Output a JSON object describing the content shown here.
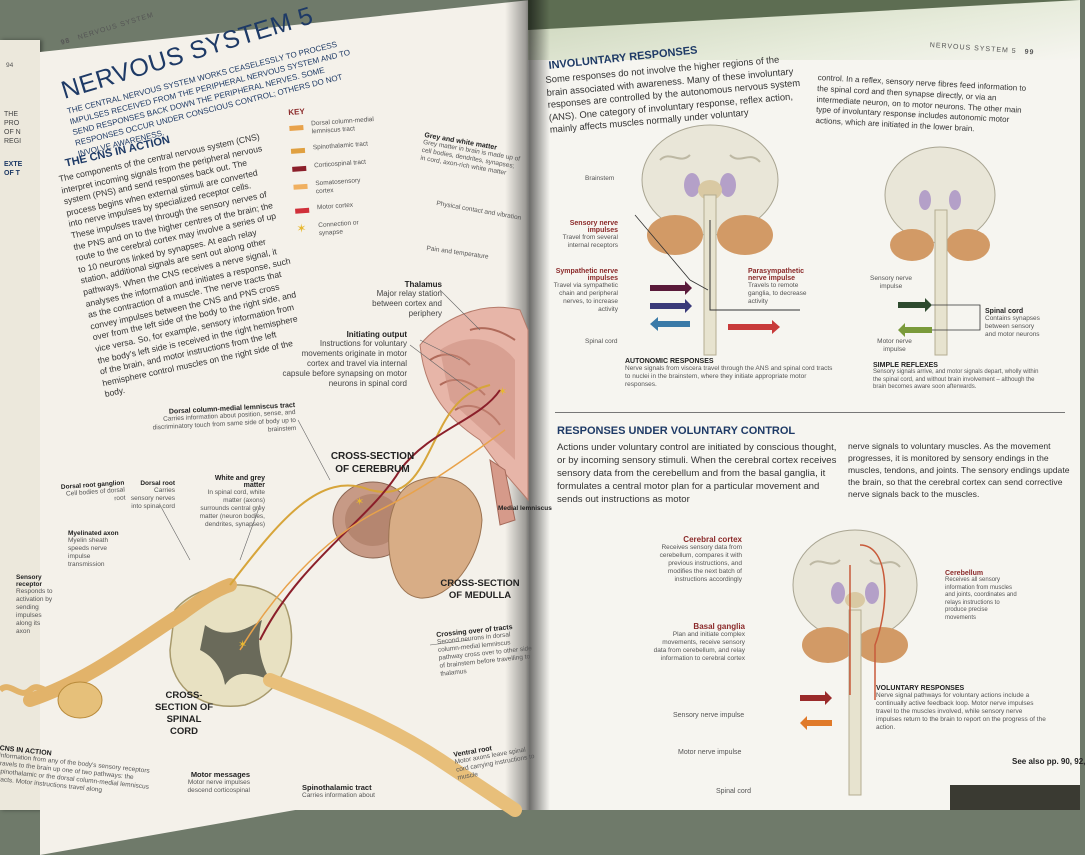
{
  "left_page": {
    "page_number": "98",
    "running_head": "NERVOUS SYSTEM",
    "title": "NERVOUS SYSTEM 5",
    "intro": "THE CENTRAL NERVOUS SYSTEM WORKS CEASELESSLY TO PROCESS IMPULSES RECEIVED FROM THE PERIPHERAL NERVOUS SYSTEM AND TO SEND RESPONSES BACK DOWN THE PERIPHERAL NERVES. SOME RESPONSES OCCUR UNDER CONSCIOUS CONTROL; OTHERS DO NOT INVOLVE AWARENESS.",
    "section_heading": "THE CNS IN ACTION",
    "section_body": "The components of the central nervous system (CNS) interpret incoming signals from the peripheral nervous system (PNS) and send responses back out. The process begins when external stimuli are converted into nerve impulses by specialized receptor cells. These impulses travel through the sensory nerves of the PNS and on to the higher centres of the brain; the route to the cerebral cortex may involve a series of up to 10 neurons linked by synapses. At each relay station, additional signals are sent out along other pathways. When the CNS receives a nerve signal, it analyses the information and initiates a response, such as the contraction of a muscle. The nerve tracts that convey impulses between the CNS and PNS cross over from the left side of the body to the right side, and vice versa. So, for example, sensory information from the body's left side is received in the right hemisphere of the brain, and motor instructions from the left hemisphere control muscles on the right side of the body.",
    "key_title": "KEY",
    "key_items": [
      {
        "label": "Dorsal column-medial lemniscus tract",
        "color": "#e8a24a"
      },
      {
        "label": "Spinothalamic tract",
        "color": "#e0a040"
      },
      {
        "label": "Corticospinal tract",
        "color": "#8b1f2a"
      },
      {
        "label": "Somatosensory cortex",
        "color": "#f0b060"
      },
      {
        "label": "Motor cortex",
        "color": "#d0303a"
      },
      {
        "label": "Connection or synapse",
        "color": "#e8b830"
      }
    ],
    "labels": {
      "thalamus_title": "Thalamus",
      "thalamus_text": "Major relay station between cortex and periphery",
      "initiating_title": "Initiating output",
      "initiating_text": "Instructions for voluntary movements originate in motor cortex and travel via internal capsule before synapsing on motor neurons in spinal cord",
      "grey_white": "Grey and white matter",
      "grey_white_text": "Grey matter in brain is made up of cell bodies, dendrites, synapses; in cord, axon-rich white matter",
      "physical_contact": "Physical contact and vibration",
      "pain_temp": "Pain and temperature",
      "dorsal_column_title": "Dorsal column-medial lemniscus tract",
      "dorsal_column_text": "Carries information about position, sense, and discriminatory touch from same side of body up to brainstem",
      "cross_cerebrum": "CROSS-SECTION OF CEREBRUM",
      "cross_medulla": "CROSS-SECTION OF MEDULLA",
      "cross_spinal": "CROSS-SECTION OF SPINAL CORD",
      "medial_lemniscus": "Medial lemniscus",
      "dorsal_root_ganglion": "Dorsal root ganglion",
      "dorsal_root_ganglion_text": "Cell bodies of dorsal root",
      "dorsal_root": "Dorsal root",
      "dorsal_root_text": "Carries sensory nerves into spinal cord",
      "white_grey": "White and grey matter",
      "white_grey_text": "In spinal cord, white matter (axons) surrounds central grey matter (neuron bodies, dendrites, synapses)",
      "myelinated_axon": "Myelinated axon",
      "myelinated_text": "Myelin sheath speeds nerve impulse transmission",
      "sensory_receptor": "Sensory receptor",
      "sensory_receptor_text": "Responds to activation by sending impulses along its axon",
      "crossing_tracts": "Crossing over of tracts",
      "crossing_text": "Second neurons in dorsal column-medial lemniscus pathway cross over to other side of brainstem before travelling to thalamus",
      "ventral_root": "Ventral root",
      "ventral_root_text": "Motor axons leave spinal cord carrying instructions to muscle",
      "motor_messages": "Motor messages",
      "motor_messages_text": "Motor nerve impulses descend corticospinal",
      "spinothalamic": "Spinothalamic tract",
      "spinothalamic_text": "Carries information about",
      "cns_in_action_caption": "CNS IN ACTION",
      "cns_caption_text": "Information from any of the body's sensory receptors travels to the brain up one of two pathways: the spinothalamic or the dorsal column-medial lemniscus tracts. Motor instructions travel along"
    }
  },
  "right_page": {
    "running_head": "NERVOUS SYSTEM 5",
    "page_number": "99",
    "invol_heading": "INVOLUNTARY RESPONSES",
    "invol_body_left": "Some responses do not involve the higher regions of the brain associated with awareness. Many of these involuntary responses are controlled by the autonomous nervous system (ANS). One category of involuntary response, reflex action, mainly affects muscles normally under voluntary",
    "invol_body_right": "control. In a reflex, sensory nerve fibres feed information to the spinal cord and then synapse directly, or via an intermediate neuron, on to motor neurons. The other main type of involuntary response includes autonomic motor actions, which are initiated in the lower brain.",
    "autonomic": {
      "brainstem": "Brainstem",
      "sensory_title": "Sensory nerve impulses",
      "sensory_text": "Travel from several internal receptors",
      "symp_title": "Sympathetic nerve impulses",
      "symp_text": "Travel via sympathetic chain and peripheral nerves, to increase activity",
      "spinal_cord": "Spinal cord",
      "para_title": "Parasympathetic nerve impulse",
      "para_text": "Travels to remote ganglia, to decrease activity",
      "caption_title": "AUTONOMIC RESPONSES",
      "caption_text": "Nerve signals from viscera travel through the ANS and spinal cord tracts to nuclei in the brainstem, where they initiate appropriate motor responses."
    },
    "reflex": {
      "sensory": "Sensory nerve impulse",
      "motor": "Motor nerve impulse",
      "spinal_title": "Spinal cord",
      "spinal_text": "Contains synapses between sensory and motor neurons",
      "caption_title": "SIMPLE REFLEXES",
      "caption_text": "Sensory signals arrive, and motor signals depart, wholly within the spinal cord, and without brain involvement – although the brain becomes aware soon afterwards."
    },
    "vol_heading": "RESPONSES UNDER VOLUNTARY CONTROL",
    "vol_body_left": "Actions under voluntary control are initiated by conscious thought, or by incoming sensory stimuli. When the cerebral cortex receives sensory data from the cerebellum and from the basal ganglia, it formulates a central motor plan for a particular movement and sends out instructions as motor",
    "vol_body_right": "nerve signals to voluntary muscles. As the movement progresses, it is monitored by sensory endings in the muscles, tendons, and joints. The sensory endings update the brain, so that the cerebral cortex can send corrective nerve signals back to the muscles.",
    "voluntary": {
      "cortex_title": "Cerebral cortex",
      "cortex_text": "Receives sensory data from cerebellum, compares it with previous instructions, and modifies the next batch of instructions accordingly",
      "basal_title": "Basal ganglia",
      "basal_text": "Plan and initiate complex movements, receive sensory data from cerebellum, and relay information to cerebral cortex",
      "cerebellum_title": "Cerebellum",
      "cerebellum_text": "Receives all sensory information from muscles and joints, coordinates and relays instructions to produce precise movements",
      "sensory": "Sensory nerve impulse",
      "motor": "Motor nerve impulse",
      "spinal": "Spinal cord",
      "caption_title": "VOLUNTARY RESPONSES",
      "caption_text": "Nerve signal pathways for voluntary actions include a continually active feedback loop. Motor nerve impulses travel to the muscles involved, while sensory nerve impulses return to the brain to report on the progress of the action."
    },
    "see_also": "See also pp. 90, 92,"
  },
  "background_page": {
    "page_number": "94",
    "fragments": [
      "THE",
      "PRO",
      "OF N",
      "REGI",
      "EXTE",
      "OF T"
    ]
  }
}
